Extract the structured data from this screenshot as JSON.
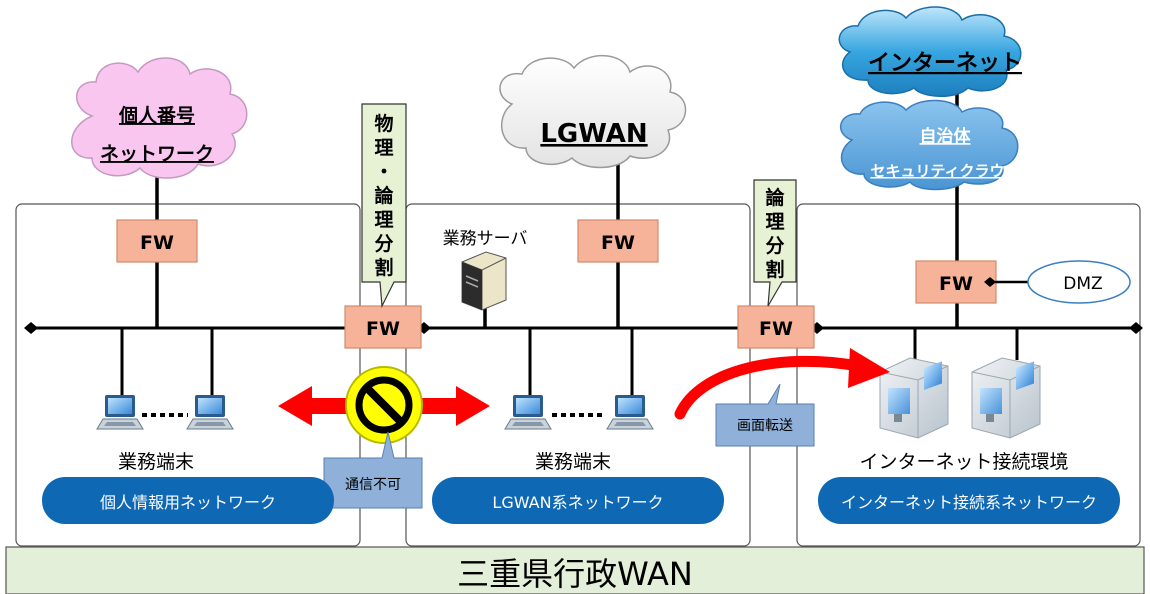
{
  "clouds": {
    "individual_number": {
      "line1": "個人番号",
      "line2": "ネットワーク",
      "fill": "#f9c6f0"
    },
    "lgwan": {
      "label": "LGWAN",
      "fill": "#efefef"
    },
    "internet": {
      "label": "インターネット",
      "fill": "#37a6e0"
    },
    "security_cloud": {
      "line1": "自治体",
      "line2": "セキュリティクラウド",
      "fill": "#5fa8de"
    }
  },
  "firewalls": {
    "label": "FW",
    "fill": "#f7b39a"
  },
  "callouts": {
    "physical_logical": [
      "物",
      "理",
      "・",
      "論",
      "理",
      "分",
      "割"
    ],
    "logical": [
      "論",
      "理",
      "分",
      "割"
    ]
  },
  "server": {
    "label": "業務サーバ"
  },
  "dmz": {
    "label": "DMZ"
  },
  "terminals": {
    "left_label": "業務端末",
    "middle_label": "業務端末",
    "internet_env_label": "インターネット接続環境"
  },
  "blocked": {
    "label": "通信不可"
  },
  "transfer": {
    "label": "画面転送"
  },
  "networks": {
    "individual": "個人情報用ネットワーク",
    "lgwan": "LGWAN系ネットワーク",
    "internet": "インターネット接続系ネットワーク"
  },
  "wan": {
    "label": "三重県行政WAN"
  },
  "colors": {
    "pill": "#0f68b4",
    "callout_green": "#e7f1d4",
    "note_blue": "#8fb0d9",
    "arrow_red": "#ff0000",
    "no_sign_yellow": "#ffff00",
    "wan_green": "#e3efd8"
  }
}
